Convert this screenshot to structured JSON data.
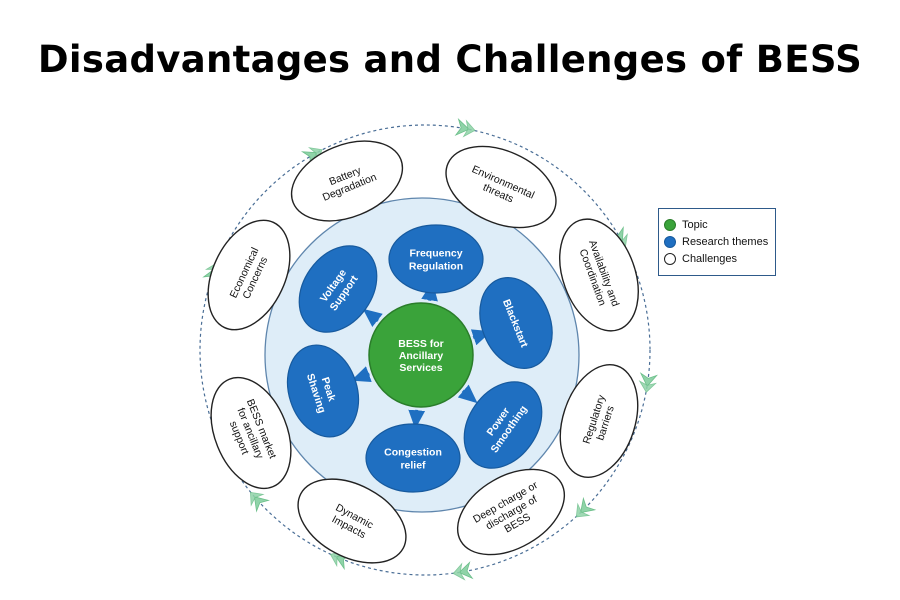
{
  "title": "Disadvantages and Challenges of BESS",
  "center": {
    "label": "BESS for Ancillary Services",
    "lines": [
      "BESS for",
      "Ancillary",
      "Services"
    ]
  },
  "themes": [
    {
      "lines": [
        "Frequency",
        "Regulation"
      ]
    },
    {
      "lines": [
        "Blackstart"
      ]
    },
    {
      "lines": [
        "Power",
        "Smoothing"
      ]
    },
    {
      "lines": [
        "Congestion",
        "relief"
      ]
    },
    {
      "lines": [
        "Peak",
        "Shaving"
      ]
    },
    {
      "lines": [
        "Voltage",
        "Support"
      ]
    }
  ],
  "challenges": [
    {
      "lines": [
        "Battery",
        "Degradation"
      ]
    },
    {
      "lines": [
        "Environmental",
        "threats"
      ]
    },
    {
      "lines": [
        "Availability and",
        "Coordination"
      ]
    },
    {
      "lines": [
        "Regulatory",
        "barriers"
      ]
    },
    {
      "lines": [
        "Deep charge or",
        "discharge of",
        "BESS"
      ]
    },
    {
      "lines": [
        "Dynamic",
        "Impacts"
      ]
    },
    {
      "lines": [
        "BESS market",
        "for ancillary",
        "support"
      ]
    },
    {
      "lines": [
        "Economical",
        "Concerns"
      ]
    }
  ],
  "legend": {
    "topic": "Topic",
    "themes": "Research themes",
    "challenges": "Challenges"
  },
  "colors": {
    "topic": "#3aa33a",
    "theme": "#1f6fc1",
    "inner_circle": "#deedf8",
    "arrow_green": "#8fd3a8"
  }
}
